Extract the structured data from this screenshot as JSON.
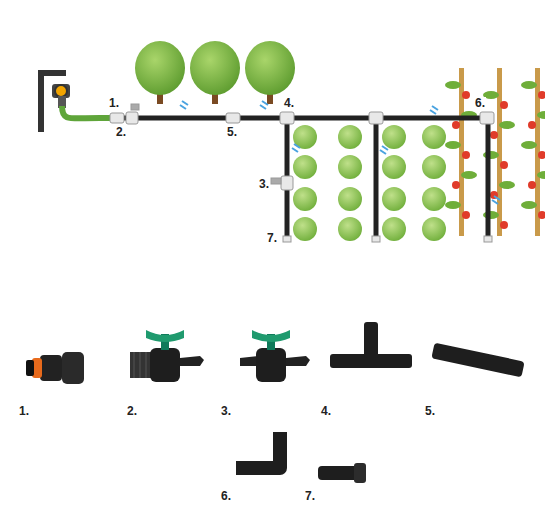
{
  "diagram": {
    "labels": [
      "1.",
      "6.",
      "2.",
      "5.",
      "4.",
      "3.",
      "7.",
      "1.",
      "2.",
      "3.",
      "4.",
      "5.",
      "6.",
      "7."
    ]
  }
}
